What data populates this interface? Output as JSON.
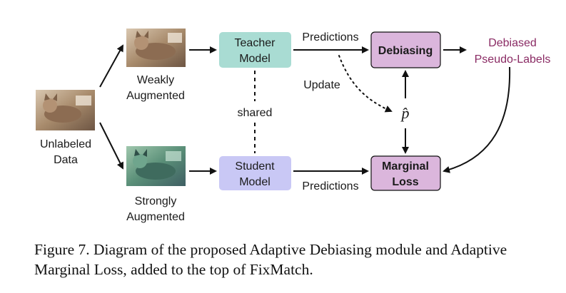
{
  "nodes": {
    "unlabeled": {
      "line1": "Unlabeled",
      "line2": "Data"
    },
    "weak": {
      "line1": "Weakly",
      "line2": "Augmented"
    },
    "strong": {
      "line1": "Strongly",
      "line2": "Augmented"
    },
    "teacher": {
      "line1": "Teacher",
      "line2": "Model"
    },
    "student": {
      "line1": "Student",
      "line2": "Model"
    },
    "debiasing": {
      "label": "Debiasing"
    },
    "marginal": {
      "line1": "Marginal",
      "line2": "Loss"
    },
    "phat": {
      "label": "p̂"
    },
    "pseudo": {
      "line1": "Debiased",
      "line2": "Pseudo-Labels"
    }
  },
  "edges": {
    "predictions_top": "Predictions",
    "predictions_bottom": "Predictions",
    "update": "Update",
    "shared": "shared"
  },
  "colors": {
    "teacher_fill": "#a9dcd3",
    "student_fill": "#c9c8f5",
    "debias_fill": "#dbb6dc",
    "pseudo_text": "#8a2b64"
  },
  "caption": "Figure 7. Diagram of the proposed Adaptive Debiasing module and Adaptive Marginal Loss, added to the top of FixMatch."
}
